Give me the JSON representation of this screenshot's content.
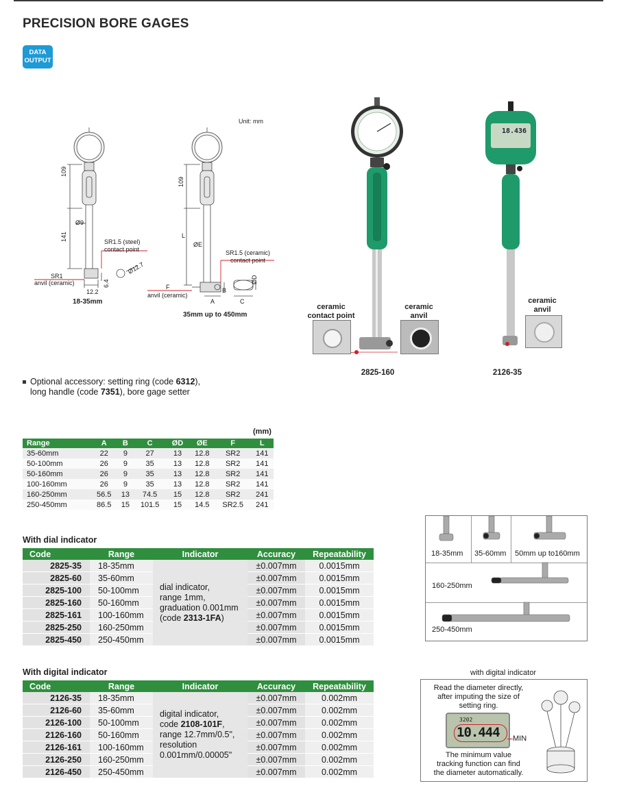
{
  "page_title": "PRECISION BORE GAGES",
  "badge": {
    "line1": "DATA",
    "line2": "OUTPUT"
  },
  "drawing": {
    "unit_label": "Unit: mm",
    "left": {
      "d109": "109",
      "d141": "141",
      "dia9": "Ø9",
      "sr15": "SR1.5 (steel)",
      "contact": "contact point",
      "sr1": "SR1",
      "anvil": "anvil (ceramic)",
      "d122": "12.2",
      "d64": "6.4",
      "dia127": "Ø12.7",
      "caption": "18-35mm"
    },
    "right": {
      "d109": "109",
      "dL": "L",
      "diaE": "ØE",
      "sr15": "SR1.5 (ceramic)",
      "contact": "contact point",
      "F": "F",
      "anvil": "anvil (ceramic)",
      "A": "A",
      "B": "B",
      "C": "C",
      "diaD": "ØD",
      "caption": "35mm up to 450mm"
    }
  },
  "photos": {
    "ceramic_contact_point": [
      "ceramic",
      "contact point"
    ],
    "ceramic_anvil_1": [
      "ceramic",
      "anvil"
    ],
    "ceramic_anvil_2": [
      "ceramic",
      "anvil"
    ],
    "model1": "2825-160",
    "model2": "2126-35",
    "digital_reading": "18.436"
  },
  "accessory": {
    "line1_pre": "Optional accessory: setting ring (code ",
    "line1_code": "6312",
    "line1_post": "),",
    "line2_pre": "long handle (code ",
    "line2_code": "7351",
    "line2_post": "), bore gage setter"
  },
  "spec_table": {
    "unit": "(mm)",
    "headers": [
      "Range",
      "A",
      "B",
      "C",
      "ØD",
      "ØE",
      "F",
      "L"
    ],
    "rows": [
      [
        "35-60mm",
        "22",
        "9",
        "27",
        "13",
        "12.8",
        "SR2",
        "141"
      ],
      [
        "50-100mm",
        "26",
        "9",
        "35",
        "13",
        "12.8",
        "SR2",
        "141"
      ],
      [
        "50-160mm",
        "26",
        "9",
        "35",
        "13",
        "12.8",
        "SR2",
        "141"
      ],
      [
        "100-160mm",
        "26",
        "9",
        "35",
        "13",
        "12.8",
        "SR2",
        "141"
      ],
      [
        "160-250mm",
        "56.5",
        "13",
        "74.5",
        "15",
        "12.8",
        "SR2",
        "241"
      ],
      [
        "250-450mm",
        "86.5",
        "15",
        "101.5",
        "15",
        "14.5",
        "SR2.5",
        "241"
      ]
    ]
  },
  "dial_section": {
    "title": "With dial indicator",
    "headers": [
      "Code",
      "Range",
      "Indicator",
      "Accuracy",
      "Repeatability"
    ],
    "indicator_lines": [
      "dial indicator,",
      "range 1mm,",
      "graduation 0.001mm"
    ],
    "indicator_code_pre": "(code ",
    "indicator_code": "2313-1FA",
    "indicator_code_post": ")",
    "rows": [
      [
        "2825-35",
        "18-35mm",
        "±0.007mm",
        "0.0015mm"
      ],
      [
        "2825-60",
        "35-60mm",
        "±0.007mm",
        "0.0015mm"
      ],
      [
        "2825-100",
        "50-100mm",
        "±0.007mm",
        "0.0015mm"
      ],
      [
        "2825-160",
        "50-160mm",
        "±0.007mm",
        "0.0015mm"
      ],
      [
        "2825-161",
        "100-160mm",
        "±0.007mm",
        "0.0015mm"
      ],
      [
        "2825-250",
        "160-250mm",
        "±0.007mm",
        "0.0015mm"
      ],
      [
        "2825-450",
        "250-450mm",
        "±0.007mm",
        "0.0015mm"
      ]
    ]
  },
  "digital_section": {
    "title": "With digital indicator",
    "headers": [
      "Code",
      "Range",
      "Indicator",
      "Accuracy",
      "Repeatability"
    ],
    "indicator_line1": "digital indicator,",
    "indicator_code_pre": "code ",
    "indicator_code": "2108-101F",
    "indicator_code_post": ",",
    "indicator_line3": "range 12.7mm/0.5\",",
    "indicator_line4": "resolution",
    "indicator_line5": "0.001mm/0.00005\"",
    "rows": [
      [
        "2126-35",
        "18-35mm",
        "±0.007mm",
        "0.002mm"
      ],
      [
        "2126-60",
        "35-60mm",
        "±0.007mm",
        "0.002mm"
      ],
      [
        "2126-100",
        "50-100mm",
        "±0.007mm",
        "0.002mm"
      ],
      [
        "2126-160",
        "50-160mm",
        "±0.007mm",
        "0.002mm"
      ],
      [
        "2126-161",
        "100-160mm",
        "±0.007mm",
        "0.002mm"
      ],
      [
        "2126-250",
        "160-250mm",
        "±0.007mm",
        "0.002mm"
      ],
      [
        "2126-450",
        "250-450mm",
        "±0.007mm",
        "0.002mm"
      ]
    ]
  },
  "head_panel": {
    "labels": [
      "18-35mm",
      "35-60mm",
      "50mm up to160mm",
      "160-250mm",
      "250-450mm"
    ]
  },
  "digital_panel": {
    "caption": "with digital indicator",
    "top_note": [
      "Read the diameter directly,",
      "after imputing the size of",
      "setting ring."
    ],
    "display_small": "3202",
    "display_big": "10.444",
    "min_label": "MIN",
    "bottom_note": [
      "The minimum value",
      "tracking function can find",
      "the diameter automatically."
    ]
  }
}
